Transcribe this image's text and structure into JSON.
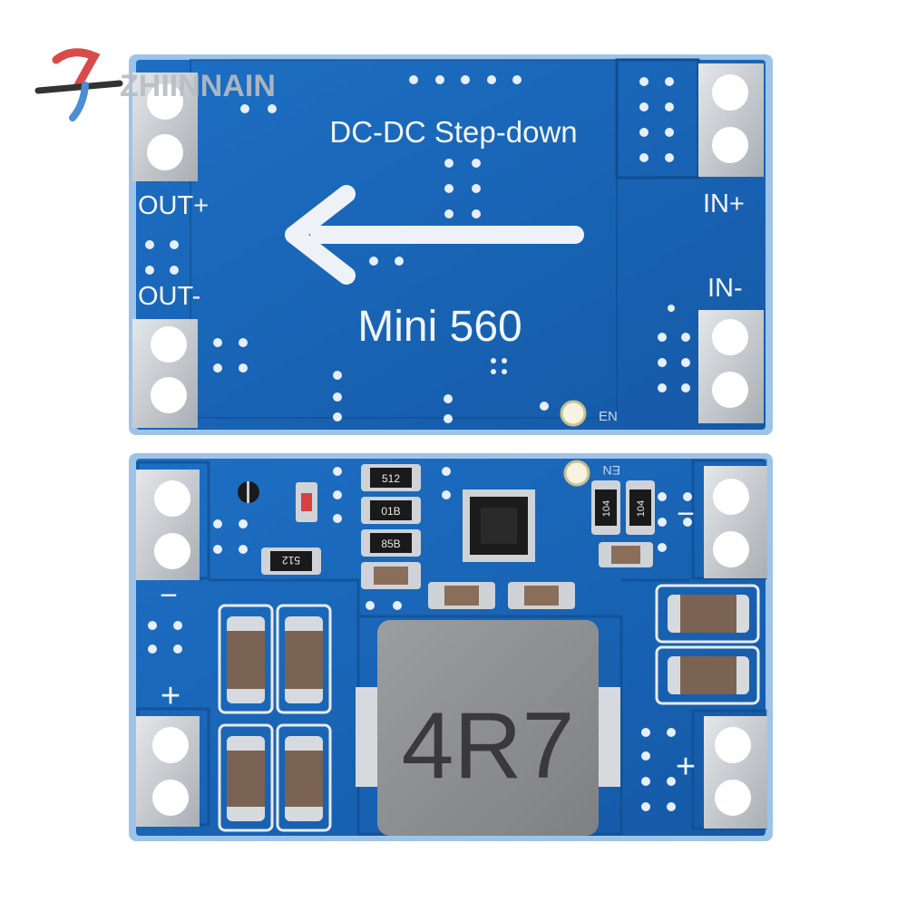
{
  "watermark": {
    "text": "ZHIINNAIN"
  },
  "top_board": {
    "title": "DC-DC Step-down",
    "model": "Mini 560",
    "out_plus": "OUT+",
    "out_minus": "OUT-",
    "in_plus": "IN+",
    "in_minus": "IN-",
    "en": "EN"
  },
  "bottom_board": {
    "inductor": "4R7",
    "resistors": [
      "512",
      "01B",
      "85B",
      "512",
      "104",
      "104"
    ],
    "en": "EN",
    "minus_left": "−",
    "plus_left": "+",
    "minus_right": "−",
    "plus_right": "+"
  },
  "colors": {
    "pcb_blue": "#1866b8",
    "pcb_edge": "#9ec3e8",
    "silkscreen": "#f2f5f8",
    "pad_silver": "#c9cdd2",
    "inductor_gray": "#8e8f91",
    "capacitor_brown": "#7a6352"
  }
}
